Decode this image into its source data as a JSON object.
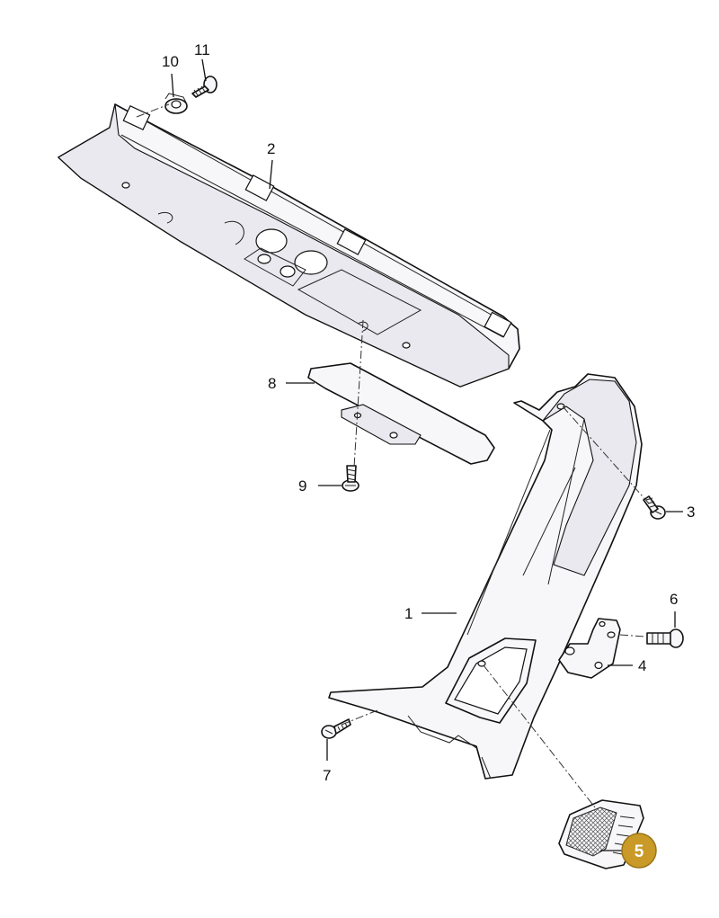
{
  "callouts": [
    {
      "id": "1",
      "label": "1"
    },
    {
      "id": "2",
      "label": "2"
    },
    {
      "id": "3",
      "label": "3"
    },
    {
      "id": "4",
      "label": "4"
    },
    {
      "id": "5",
      "label": "5",
      "highlighted": true
    },
    {
      "id": "6",
      "label": "6"
    },
    {
      "id": "7",
      "label": "7"
    },
    {
      "id": "8",
      "label": "8"
    },
    {
      "id": "9",
      "label": "9"
    },
    {
      "id": "10",
      "label": "10"
    },
    {
      "id": "11",
      "label": "11"
    }
  ],
  "colors": {
    "highlight_badge": "#c99a27",
    "line": "#111111",
    "part_fill": "#f7f7fa"
  }
}
